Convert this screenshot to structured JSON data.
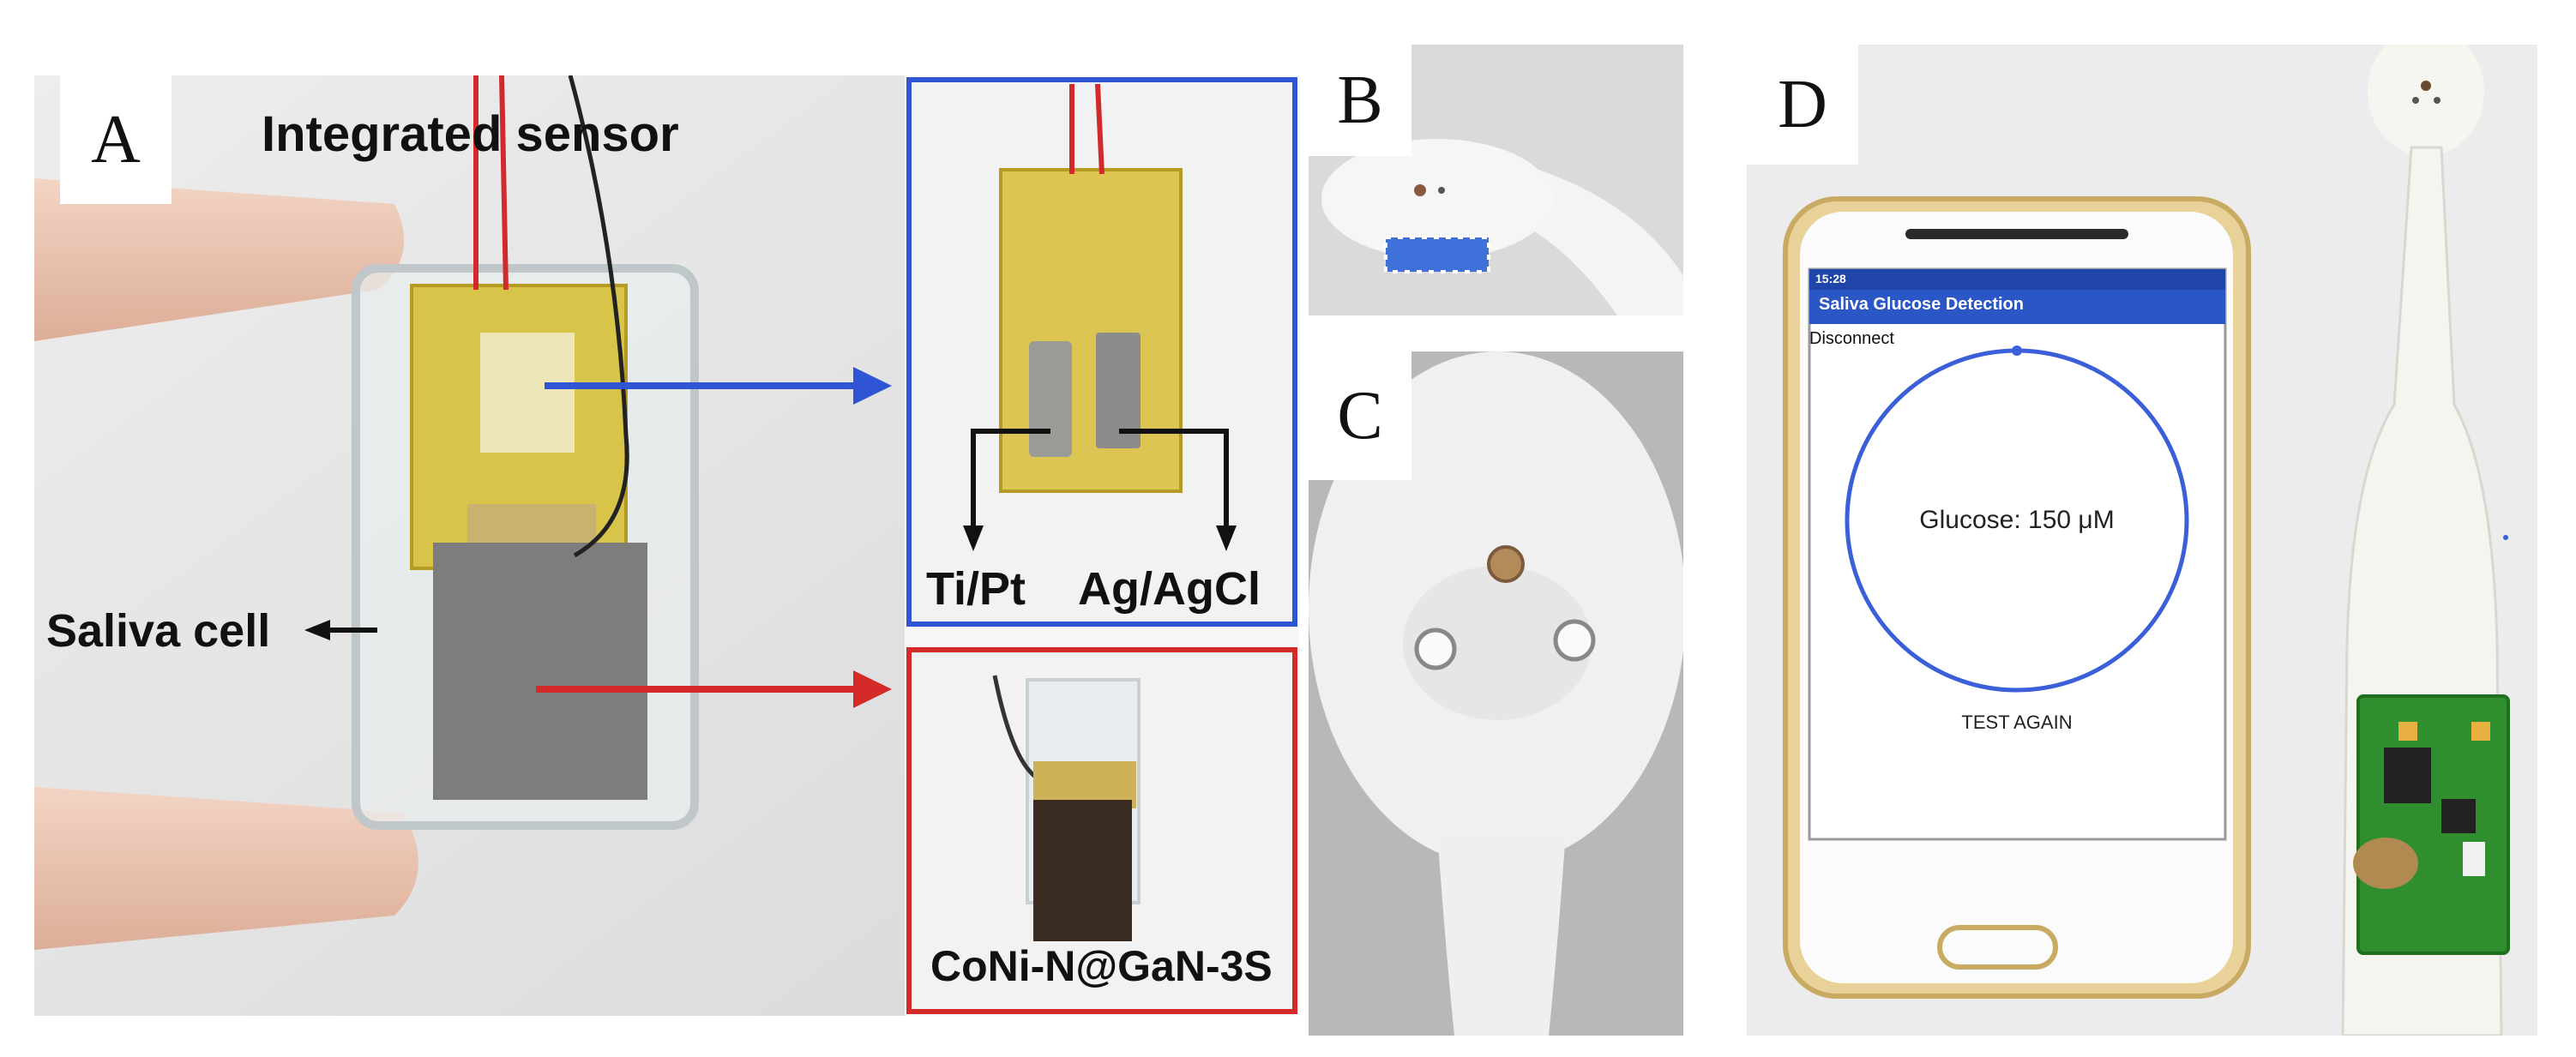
{
  "panels": {
    "a": {
      "letter": "A",
      "title": "Integrated sensor",
      "saliva_cell": "Saliva cell",
      "electrode_left": "Ti/Pt",
      "electrode_right": "Ag/AgCl",
      "material": "CoNi-N@GaN-3S",
      "colors": {
        "blue_arrow": "#2f55d4",
        "red_arrow": "#d42a2a"
      }
    },
    "b": {
      "letter": "B"
    },
    "c": {
      "letter": "C"
    },
    "d": {
      "letter": "D",
      "phone": {
        "status_time": "15:28",
        "app_title": "Saliva Glucose Detection",
        "disconnect": "Disconnect",
        "reading": "Glucose: 150 μM",
        "test_again": "TEST AGAIN",
        "colors": {
          "app_bar": "#2a56c6",
          "status_bar": "#1f45a8",
          "ring": "#3a5fd8"
        }
      }
    }
  }
}
